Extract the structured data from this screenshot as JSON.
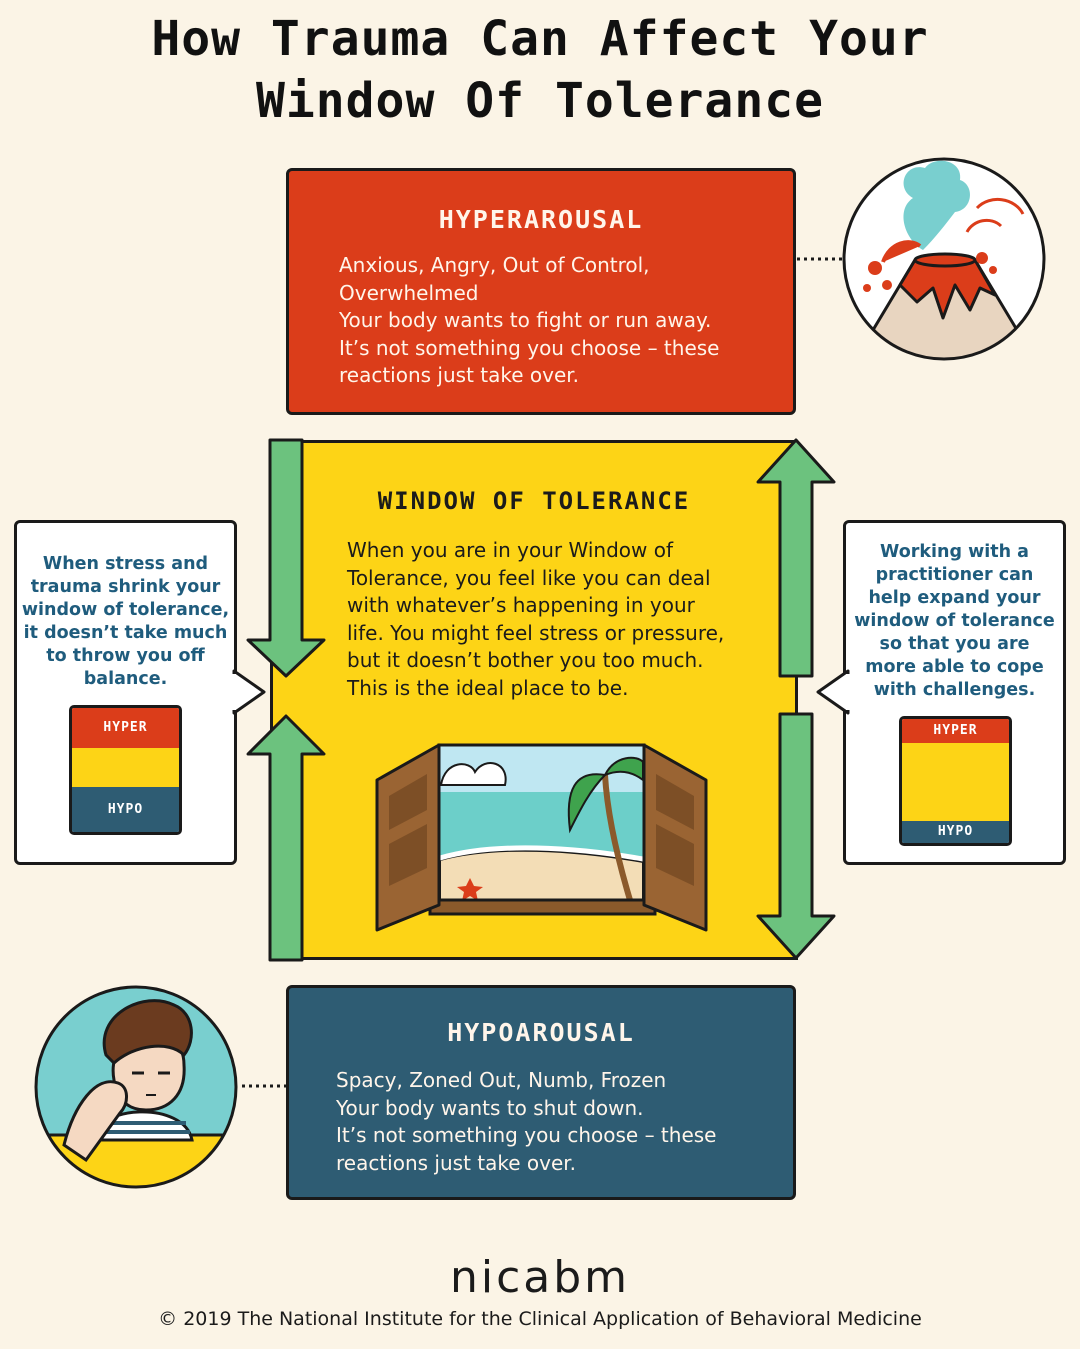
{
  "title": {
    "line1": "How Trauma Can Affect Your",
    "line2": "Window Of Tolerance"
  },
  "hyperarousal": {
    "heading": "HYPERAROUSAL",
    "body": "Anxious, Angry, Out of Control,\nOverwhelmed\nYour body wants to fight or run away.\nIt’s not something you choose – these\nreactions just take over."
  },
  "window": {
    "heading": "WINDOW OF TOLERANCE",
    "body": "When you are in your Window of\nTolerance, you feel like you can deal\nwith whatever’s happening in your\nlife.  You might feel stress or pressure,\nbut it doesn’t bother you too much.\nThis is the ideal place to be."
  },
  "hypoarousal": {
    "heading": "HYPOAROUSAL",
    "body": "Spacy, Zoned Out, Numb, Frozen\nYour body wants to shut down.\nIt’s not something you choose – these\nreactions just take over."
  },
  "left_bubble": {
    "text": "When stress and\ntrauma shrink your\nwindow of tolerance,\nit doesn’t take much\nto throw you off\nbalance.",
    "hyper_label": "HYPER",
    "hypo_label": "HYPO",
    "proportions": {
      "hyper": 0.32,
      "window": 0.32,
      "hypo": 0.36
    }
  },
  "right_bubble": {
    "text": "Working with a\npractitioner can\nhelp expand your\nwindow of tolerance\nso that you are\nmore able to cope\nwith challenges.",
    "hyper_label": "HYPER",
    "hypo_label": "HYPO",
    "proportions": {
      "hyper": 0.19,
      "window": 0.63,
      "hypo": 0.18
    }
  },
  "colors": {
    "hyper": "#db3d1a",
    "window": "#fdd416",
    "hypo": "#2e5c73",
    "arrow": "#6cc27e",
    "bubble_text": "#1f5c7d",
    "background": "#fbf4e6"
  },
  "icons": {
    "volcano": "volcano-illustration",
    "person": "bored-person-illustration",
    "beach": "open-window-beach-illustration"
  },
  "footer": {
    "logo": "nicabm",
    "copyright": "©  2019  The National Institute for the Clinical Application of Behavioral Medicine"
  }
}
